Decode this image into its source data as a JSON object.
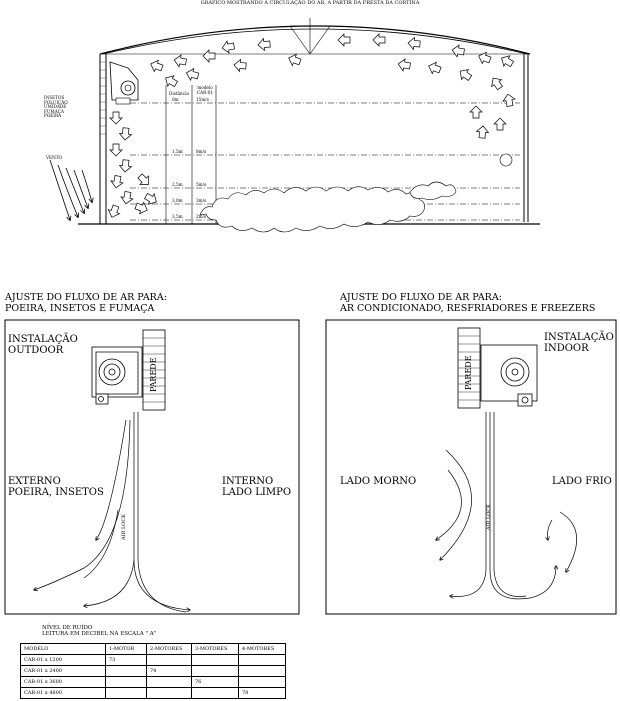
{
  "top": {
    "title": "GRÁFICO MOSTRANDO A CIRCULAÇÃO DO AR, A PARTIR DA FRESTA DA CORTINA",
    "left_labels": [
      "INSETOS",
      "POLUIÇÃO",
      "UMIDADE",
      "FUMAÇA",
      "POEIRA"
    ],
    "wind_label": "VENTO",
    "table_headers": [
      "Distância",
      "modelo CAR-01"
    ],
    "distances": [
      "0m",
      "1,5m",
      "2,5m",
      "3,0m",
      "3,5m"
    ],
    "speeds": [
      "15m/s",
      "8m/s",
      "5m/s",
      "3m/s",
      "2m/s"
    ]
  },
  "left_panel": {
    "heading": [
      "AJUSTE DO FLUXO DE AR PARA:",
      "POEIRA, INSETOS E FUMAÇA"
    ],
    "install": [
      "INSTALAÇÃO",
      "OUTDOOR"
    ],
    "wall": "PAREDE",
    "external": [
      "EXTERNO",
      "POEIRA, INSETOS"
    ],
    "internal": [
      "INTERNO",
      "LADO LIMPO"
    ],
    "airlock": "AIR LOCK"
  },
  "right_panel": {
    "heading": [
      "AJUSTE DO FLUXO DE AR PARA:",
      "AR CONDICIONADO, RESFRIADORES E FREEZERS"
    ],
    "install": [
      "INSTALAÇÃO",
      "INDOOR"
    ],
    "wall": "PAREDE",
    "warm": "LADO MORNO",
    "cold": "LADO FRIO",
    "airlock": "AIR LOCK"
  },
  "noise": {
    "title": [
      "NÍVEL DE RUÍDO",
      "LEITURA EM DECIBEL NA ESCALA \" A\""
    ],
    "columns": [
      "MODELO",
      "1-MOTOR",
      "2-MOTORES",
      "3-MOTORES",
      "4-MOTORES"
    ],
    "rows": [
      [
        "CAR-01 x 1200",
        "73",
        "",
        "",
        ""
      ],
      [
        "CAR-01 x 2400",
        "",
        "74",
        "",
        ""
      ],
      [
        "CAR-01 x 3600",
        "",
        "",
        "76",
        ""
      ],
      [
        "CAR-01 x 4800",
        "",
        "",
        "",
        "78"
      ]
    ]
  }
}
